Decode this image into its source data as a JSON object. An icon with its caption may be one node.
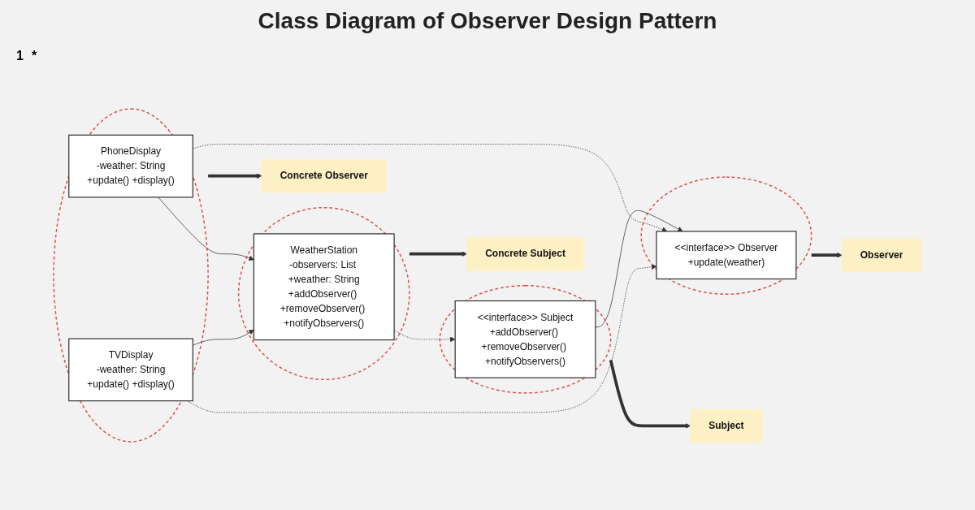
{
  "diagram": {
    "title": "Class Diagram of Observer Design Pattern",
    "nodes": [
      {
        "text": [],
        "shape": "ellipse"
      },
      {
        "text": [
          "<<interface>> Subject",
          "+addObserver() +removeObserver() +notifyObservers()"
        ],
        "in": 0
      },
      {
        "text": [],
        "shape": "ellipse"
      },
      {
        "text": [
          "<<interface>> Observer",
          "+update(weather)"
        ],
        "in": 2
      },
      {
        "text": [
          "Subject"
        ]
      },
      {
        "text": [
          "Observer"
        ]
      },
      {
        "text": [],
        "shape": "ellipse"
      },
      {
        "text": [
          "WeatherStation",
          "-observers: List +weather: String",
          "+addObserver() +removeObserver() +notifyObservers()"
        ],
        "in": 6
      },
      {
        "text": [],
        "shape": "ellipse"
      },
      {
        "text": [
          "PhoneDisplay",
          "-weather: String",
          "+update() +display()"
        ],
        "in": 8
      },
      {
        "text": [
          "TVDisplay",
          "-weather: String",
          "+update() +display()"
        ],
        "in": 8
      },
      {
        "text": [
          "Concrete Subject"
        ]
      },
      {
        "text": [
          "Concrete Observer"
        ]
      }
    ],
    "edges": [
      {
        "from": 1,
        "to": 3,
        "arrow": "to"
      },
      {
        "from": 7,
        "to": 1,
        "arrow": "to",
        "style": "dashed"
      },
      {
        "from": 9,
        "to": 3,
        "arrow": "to",
        "style": "dashed"
      },
      {
        "from": 10,
        "to": 3,
        "arrow": "to",
        "style": "dashed"
      },
      {
        "from": 9,
        "to": 7,
        "arrow": "to"
      },
      {
        "from": 10,
        "to": 7,
        "arrow": "to"
      },
      {
        "from": 0,
        "to": 4,
        "arrow": "to",
        "style": "thick"
      },
      {
        "from": 2,
        "to": 5,
        "arrow": "to",
        "style": "thick"
      },
      {
        "from": 6,
        "to": 11,
        "arrow": "to",
        "style": "thick"
      },
      {
        "from": 8,
        "to": 12,
        "arrow": "to",
        "style": "thick"
      }
    ],
    "labels": [
      "1",
      "*"
    ]
  }
}
